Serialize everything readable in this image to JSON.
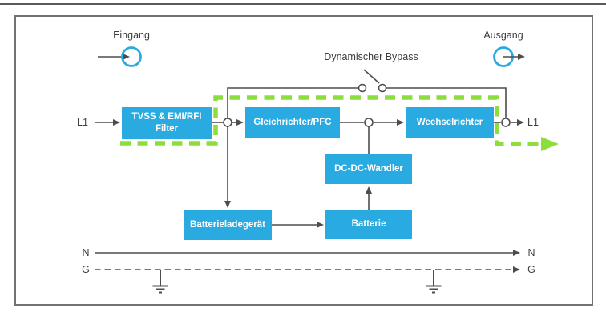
{
  "diagram": {
    "input_label": "Eingang",
    "output_label": "Ausgang",
    "bypass_label": "Dynamischer Bypass",
    "phase_in_label": "L1",
    "phase_out_label": "L1",
    "neutral_left_label": "N",
    "neutral_right_label": "N",
    "ground_left_label": "G",
    "ground_right_label": "G",
    "blocks": {
      "filter": "TVSS & EMI/RFI Filter",
      "rectifier": "Gleichrichter/PFC",
      "inverter": "Wechselrichter",
      "dc_dc_converter": "DC-DC-Wandler",
      "battery_charger": "Batterieladegerät",
      "battery": "Batterie"
    },
    "icons": {
      "input_terminal": "input-terminal-icon",
      "output_terminal": "output-terminal-icon",
      "bypass_switch": "open-switch-icon",
      "ground": "earth-ground-icon"
    },
    "colors": {
      "block_blue": "#29ABE2",
      "power_path_green": "#8CDE3C",
      "line_gray": "#4D4D4D",
      "frame_gray": "#6F7377"
    }
  }
}
